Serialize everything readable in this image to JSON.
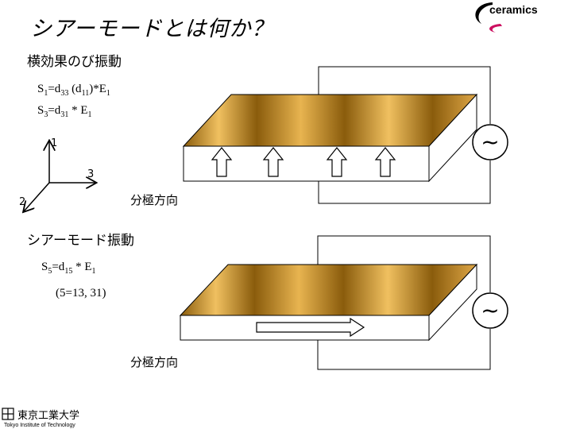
{
  "title": "シアーモードとは何か？",
  "sections": {
    "transverse": {
      "heading": "横効果のび振動",
      "eq1": {
        "lhs": "S",
        "lhs_sub": "1",
        "mid": "=d",
        "mid_sub": "33",
        "rest1": " (d",
        "rest1_sub": "11",
        "rest2": ")*E",
        "rest2_sub": "1"
      },
      "eq2": {
        "lhs": "S",
        "lhs_sub": "3",
        "mid": "=d",
        "mid_sub": "31",
        "rest1": " * E",
        "rest1_sub": "1"
      },
      "polarization_label": "分極方向"
    },
    "shear": {
      "heading": "シアーモード振動",
      "eq1": {
        "lhs": "S",
        "lhs_sub": "5",
        "mid": "=d",
        "mid_sub": "15",
        "rest1": " * E",
        "rest1_sub": "1"
      },
      "eq2": "(5=13, 31)",
      "polarization_label": "分極方向"
    }
  },
  "axes": {
    "labels": [
      "1",
      "3",
      "2"
    ]
  },
  "ac_source_symbol": "~",
  "logos": {
    "brand": "ceramics",
    "institute_jp": "東京工業大学",
    "institute_en": "Tokyo Institute of Technology"
  },
  "colors": {
    "plate_dark": "#8a5c0c",
    "plate_light": "#f0c060"
  }
}
